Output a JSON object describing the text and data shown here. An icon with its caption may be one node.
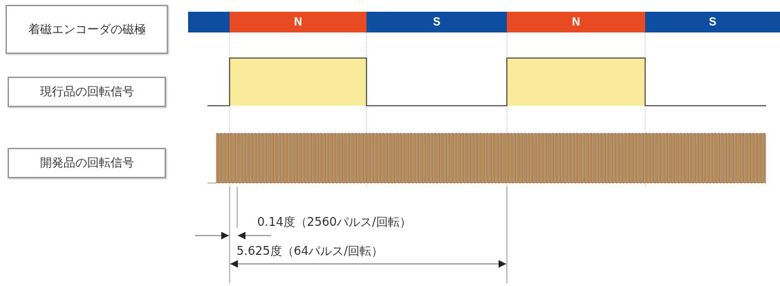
{
  "diagram": {
    "nodes": [
      {
        "text": [
          "着磁エンコーダの磁極"
        ]
      },
      {
        "text": [
          "現行品の回転信号"
        ]
      },
      {
        "text": [
          "開発品の回転信号"
        ]
      },
      {
        "text": [
          "N"
        ]
      },
      {
        "text": [
          "S"
        ]
      },
      {
        "text": [
          "N"
        ]
      },
      {
        "text": [
          "S"
        ]
      }
    ],
    "labels": [
      "0.14度（2560パルス/回転）",
      "5.625度（64パルス/回転）"
    ]
  }
}
